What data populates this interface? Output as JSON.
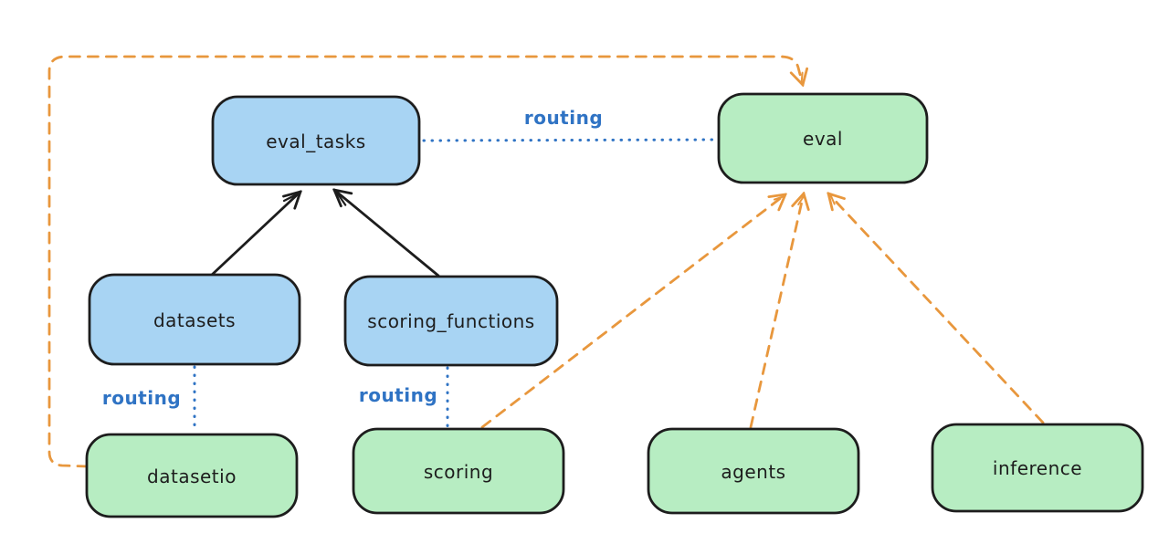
{
  "diagram": {
    "title": "llama-stack eval routing diagram",
    "background": "#ffffff",
    "colors": {
      "node_blue_fill": "#a8d4f3",
      "node_green_fill": "#b7edc2",
      "node_stroke": "#1d1d1d",
      "routing_blue": "#2f73c4",
      "provider_orange": "#e8973d",
      "arrow_black": "#1d1d1d"
    },
    "nodes": {
      "eval_tasks": {
        "label": "eval_tasks",
        "fill": "blue"
      },
      "eval": {
        "label": "eval",
        "fill": "green"
      },
      "datasets": {
        "label": "datasets",
        "fill": "blue"
      },
      "scoring_functions": {
        "label": "scoring_functions",
        "fill": "blue"
      },
      "datasetio": {
        "label": "datasetio",
        "fill": "green"
      },
      "scoring": {
        "label": "scoring",
        "fill": "green"
      },
      "agents": {
        "label": "agents",
        "fill": "green"
      },
      "inference": {
        "label": "inference",
        "fill": "green"
      }
    },
    "edge_labels": {
      "routing_top": "routing",
      "routing_left": "routing",
      "routing_mid": "routing"
    },
    "edges": [
      {
        "from": "datasets",
        "to": "eval_tasks",
        "style": "solid",
        "color": "black",
        "arrow": true
      },
      {
        "from": "scoring_functions",
        "to": "eval_tasks",
        "style": "solid",
        "color": "black",
        "arrow": true
      },
      {
        "from": "eval_tasks",
        "to": "eval",
        "style": "dotted",
        "color": "blue",
        "label": "routing",
        "arrow": false
      },
      {
        "from": "datasets",
        "to": "datasetio",
        "style": "dotted",
        "color": "blue",
        "label": "routing",
        "arrow": false
      },
      {
        "from": "scoring_functions",
        "to": "scoring",
        "style": "dotted",
        "color": "blue",
        "label": "routing",
        "arrow": false
      },
      {
        "from": "datasetio",
        "to": "eval",
        "style": "dashed",
        "color": "orange",
        "arrow": true
      },
      {
        "from": "scoring",
        "to": "eval",
        "style": "dashed",
        "color": "orange",
        "arrow": true
      },
      {
        "from": "agents",
        "to": "eval",
        "style": "dashed",
        "color": "orange",
        "arrow": true
      },
      {
        "from": "inference",
        "to": "eval",
        "style": "dashed",
        "color": "orange",
        "arrow": true
      }
    ]
  }
}
